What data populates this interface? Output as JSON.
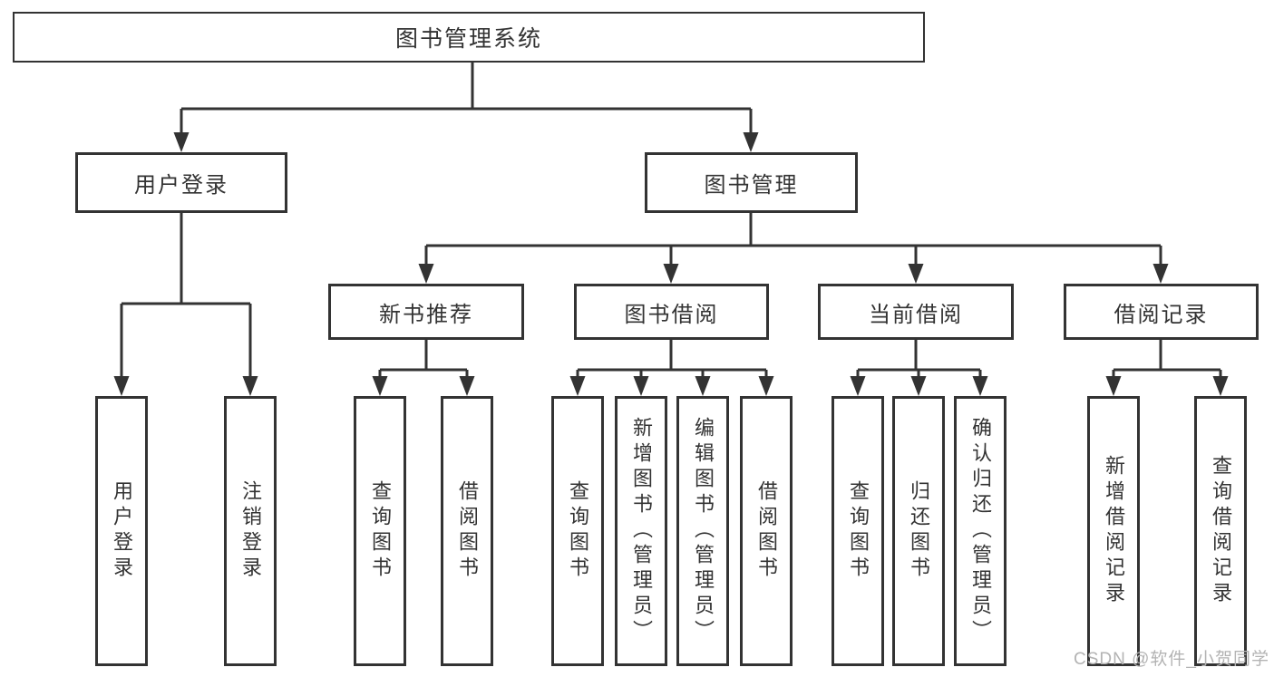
{
  "tree": {
    "root": {
      "label": "图书管理系统"
    },
    "children": [
      {
        "label": "用户登录",
        "children": [
          {
            "label": "用户登录"
          },
          {
            "label": "注销登录"
          }
        ]
      },
      {
        "label": "图书管理",
        "children": [
          {
            "label": "新书推荐",
            "children": [
              {
                "label": "查询图书"
              },
              {
                "label": "借阅图书"
              }
            ]
          },
          {
            "label": "图书借阅",
            "children": [
              {
                "label": "查询图书"
              },
              {
                "label": "新增图书（管理员）"
              },
              {
                "label": "编辑图书（管理员）"
              },
              {
                "label": "借阅图书"
              }
            ]
          },
          {
            "label": "当前借阅",
            "children": [
              {
                "label": "查询图书"
              },
              {
                "label": "归还图书"
              },
              {
                "label": "确认归还（管理员）"
              }
            ]
          },
          {
            "label": "借阅记录",
            "children": [
              {
                "label": "新增借阅记录"
              },
              {
                "label": "查询借阅记录"
              }
            ]
          }
        ]
      }
    ]
  },
  "watermark": {
    "text": "CSDN @软件_小贺同学",
    "color": "#b3b3b3"
  },
  "colors": {
    "line": "#333333",
    "box_border": "#333333",
    "box_fill": "#ffffff",
    "text": "#333333",
    "background": "#ffffff",
    "watermark": "#b3b3b3"
  }
}
